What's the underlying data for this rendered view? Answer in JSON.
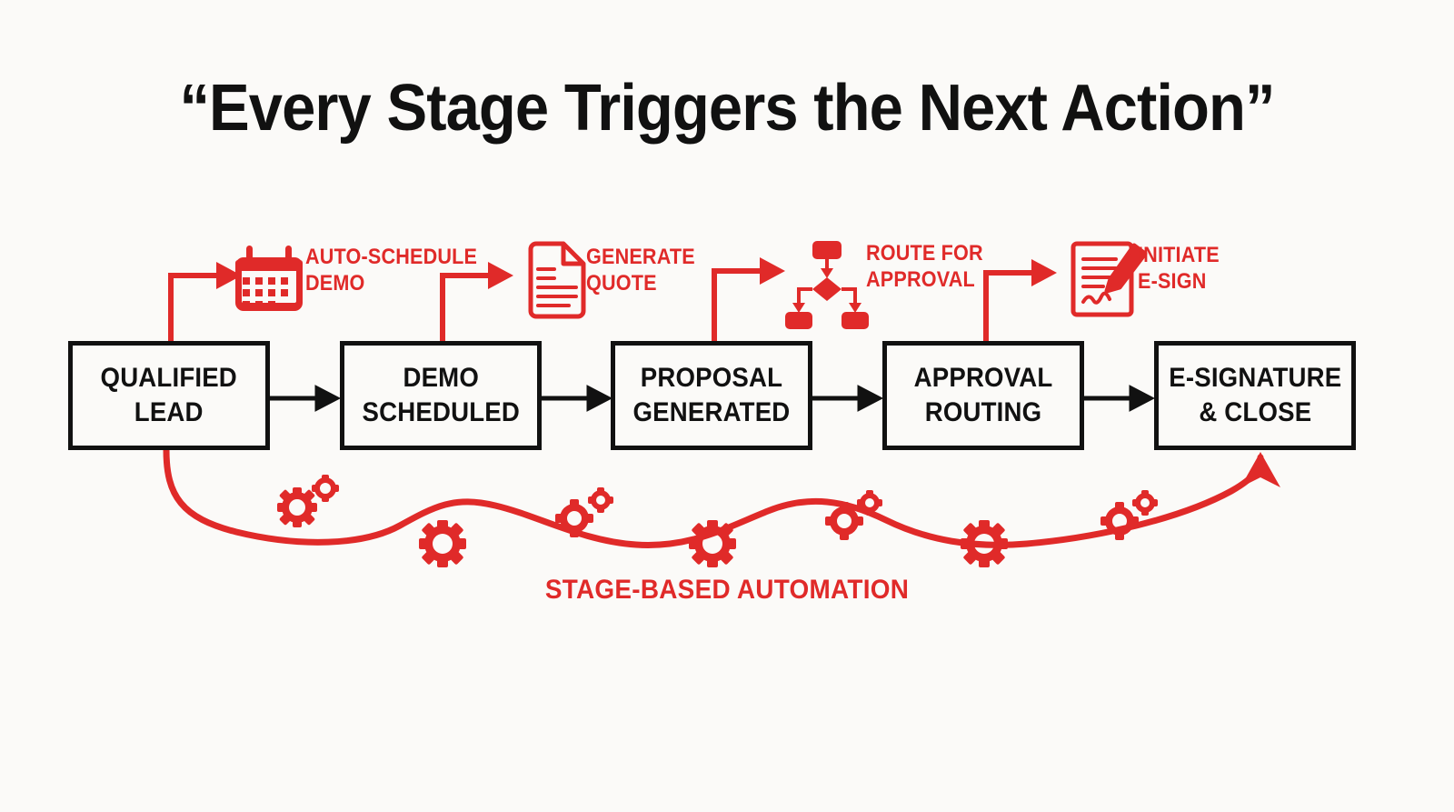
{
  "colors": {
    "background": "#fbfaf8",
    "accent_red": "#e02a29",
    "ink_black": "#111111"
  },
  "header": {
    "title": "“Every Stage Triggers the Next Action”"
  },
  "pipeline": {
    "stages": [
      {
        "id": "qualified-lead",
        "label": "QUALIFIED\nLEAD"
      },
      {
        "id": "demo-scheduled",
        "label": "DEMO\nSCHEDULED"
      },
      {
        "id": "proposal-generated",
        "label": "PROPOSAL\nGENERATED"
      },
      {
        "id": "approval-routing",
        "label": "APPROVAL\nROUTING"
      },
      {
        "id": "e-signature-close",
        "label": "E-SIGNATURE\n& CLOSE"
      }
    ]
  },
  "automations": [
    {
      "id": "auto-schedule-demo",
      "label": "AUTO-SCHEDULE\nDEMO",
      "icon": "calendar-icon"
    },
    {
      "id": "generate-quote",
      "label": "GENERATE\nQUOTE",
      "icon": "document-icon"
    },
    {
      "id": "route-for-approval",
      "label": "ROUTE FOR\nAPPROVAL",
      "icon": "workflow-icon"
    },
    {
      "id": "initiate-e-sign",
      "label": "INITIATE\nE-SIGN",
      "icon": "signature-icon"
    }
  ],
  "footer": {
    "automation_caption": "STAGE-BASED AUTOMATION"
  }
}
